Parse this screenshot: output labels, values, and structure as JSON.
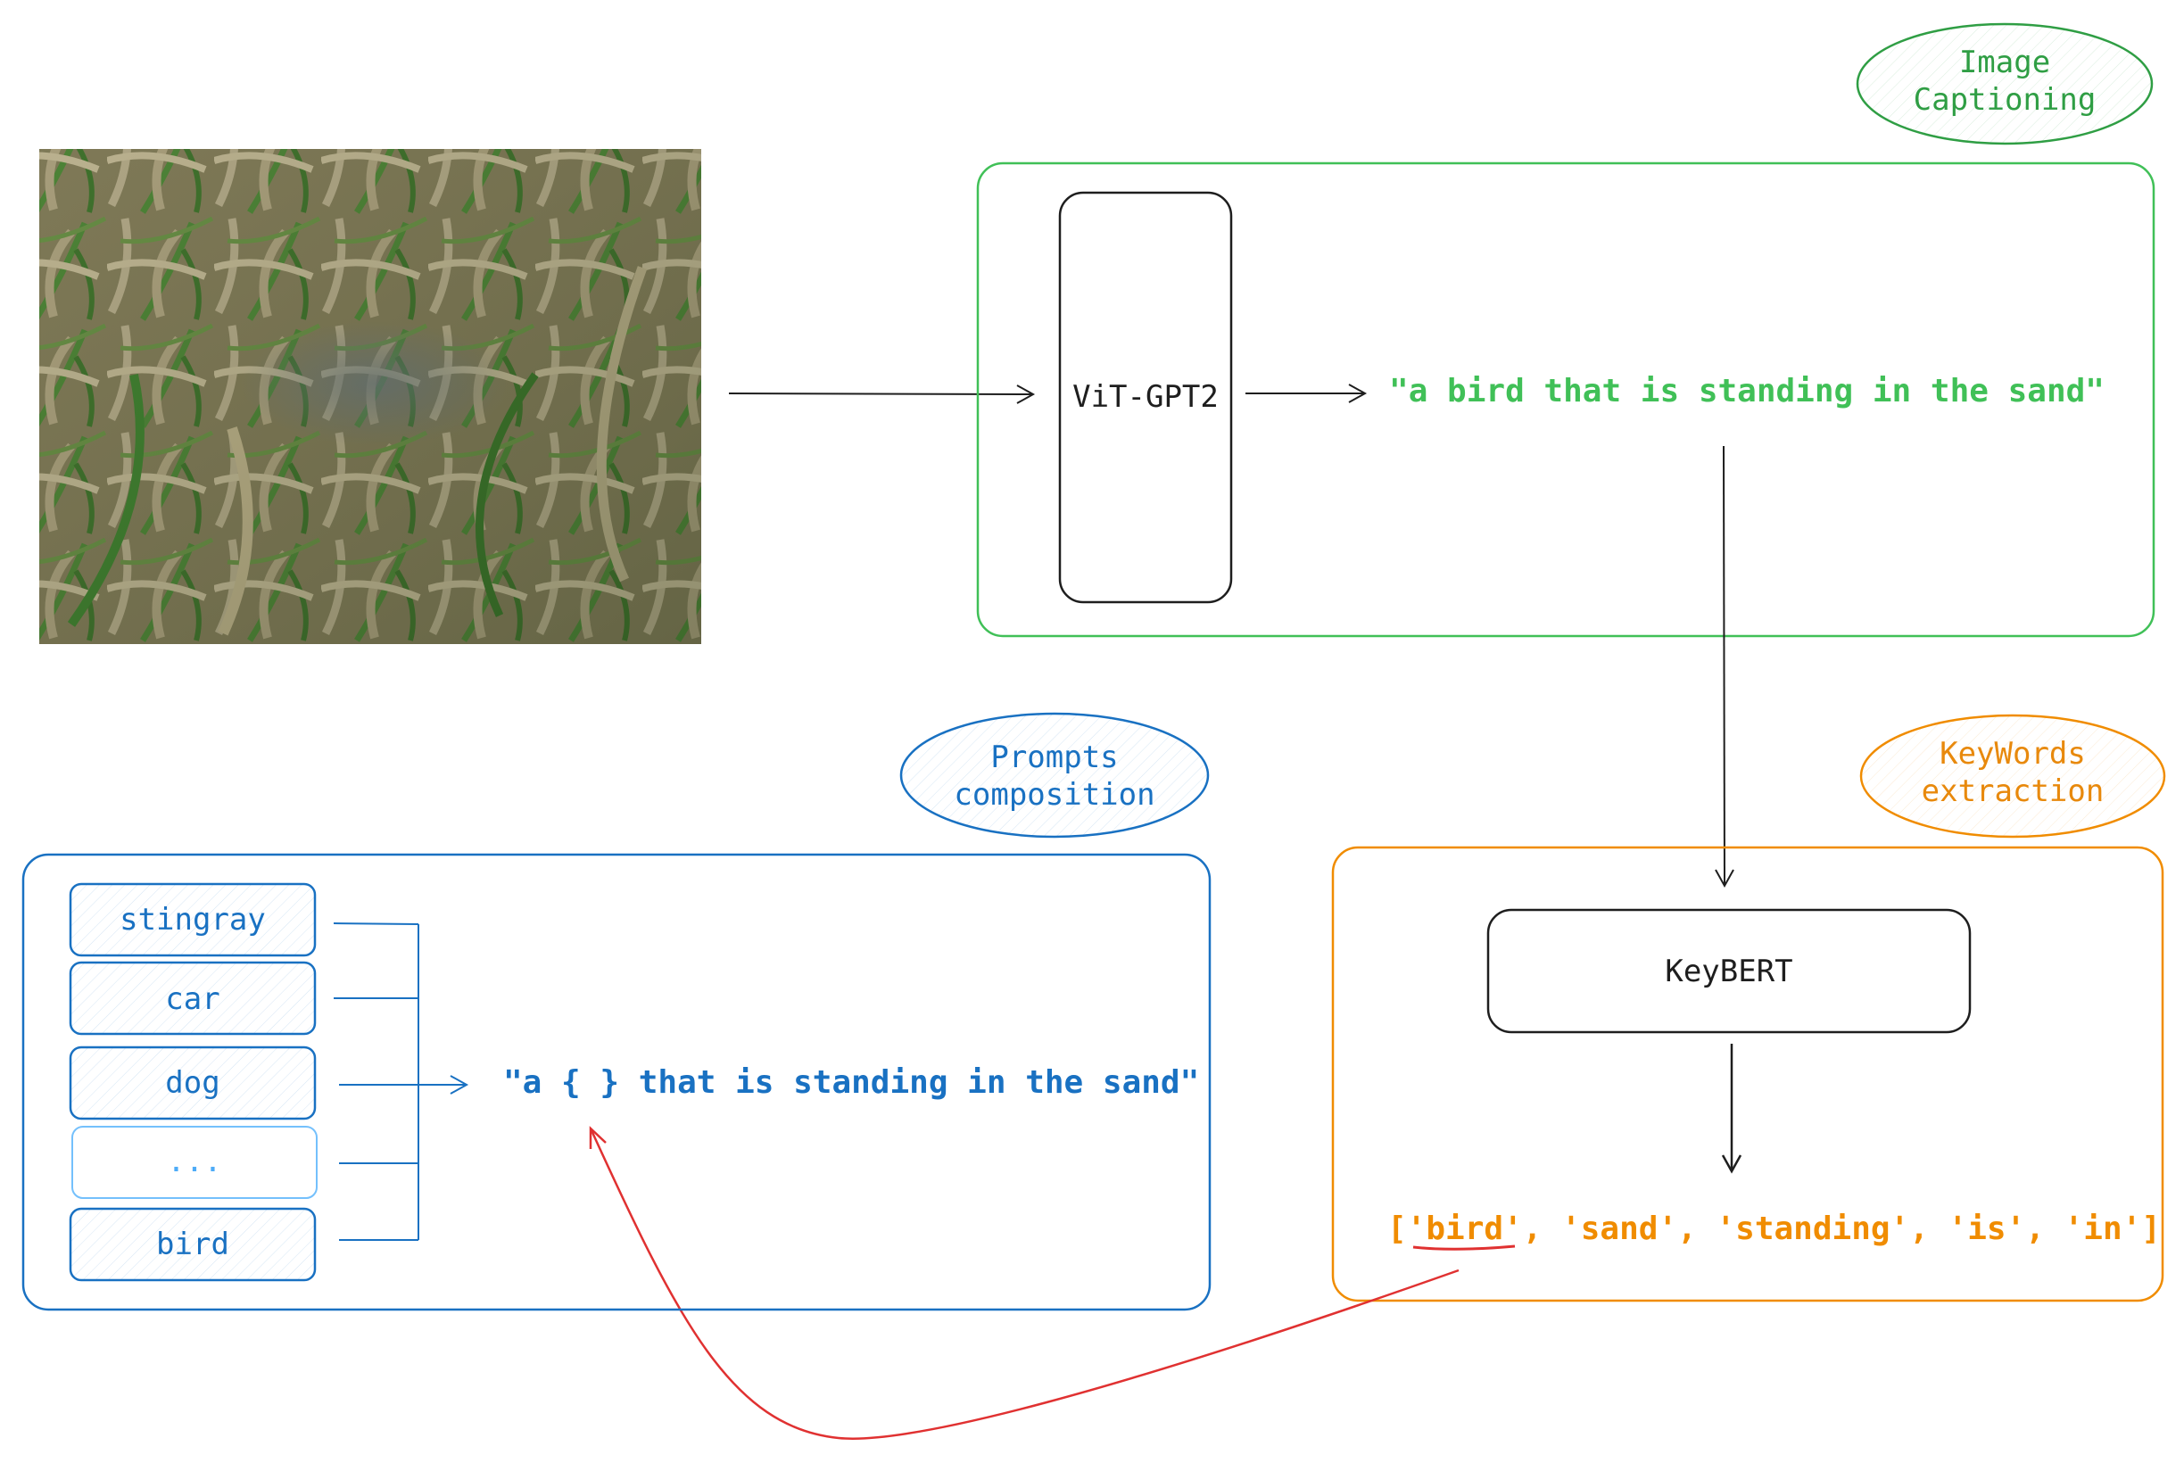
{
  "captioning": {
    "badge_line1": "Image",
    "badge_line2": "Captioning",
    "model_label": "ViT-GPT2",
    "caption": "\"a bird that is standing in the sand\""
  },
  "keywords": {
    "badge_line1": "KeyWords",
    "badge_line2": "extraction",
    "model_label": "KeyBERT",
    "list_open": "[",
    "highlighted": "'bird'",
    "rest": ", 'sand', 'standing', 'is', 'in']"
  },
  "prompts": {
    "badge_line1": "Prompts",
    "badge_line2": "composition",
    "items": [
      "stingray",
      "car",
      "dog",
      "...",
      "bird"
    ],
    "template": "\"a { } that is standing in the sand\""
  },
  "colors": {
    "green": "#2f9e44",
    "blue": "#1971c2",
    "orange": "#e8890c",
    "red": "#e03131"
  }
}
